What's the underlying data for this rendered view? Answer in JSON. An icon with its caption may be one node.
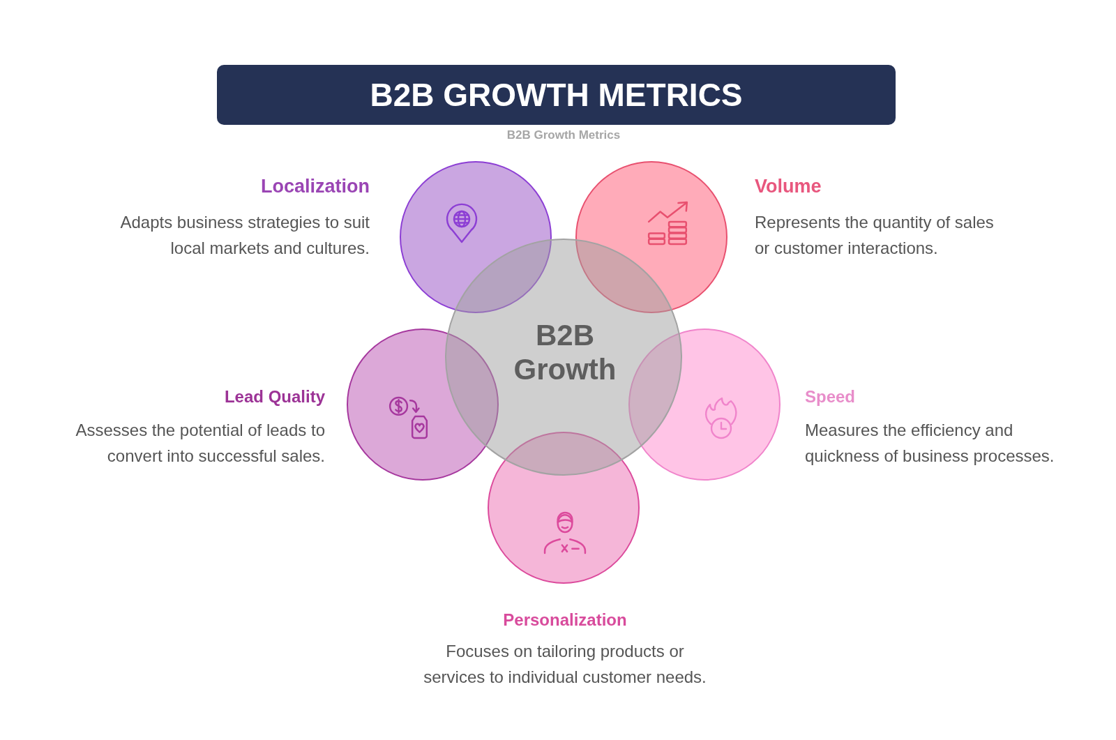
{
  "diagram": {
    "title": "B2B GROWTH METRICS",
    "nodes": [
      {
        "text": [
          "B2B Growth"
        ]
      },
      {
        "text": [],
        "shape": "circle",
        "beside": [
          "Localization",
          "Adapts business strategies to suit local markets and cultures."
        ]
      },
      {
        "text": [],
        "shape": "circle",
        "beside": [
          "Volume",
          "Represents the quantity of sales or customer interactions."
        ]
      },
      {
        "text": [],
        "shape": "circle",
        "beside": [
          "Lead Quality",
          "Assesses the potential of leads to convert into successful sales."
        ]
      },
      {
        "text": [],
        "shape": "circle",
        "beside": [
          "Speed",
          "Measures the efficiency and quickness of business processes."
        ]
      },
      {
        "text": [],
        "shape": "circle",
        "beside": [
          "Personalization",
          "Focuses on tailoring products or services to individual customer needs."
        ]
      }
    ],
    "labels": [
      "B2B Growth Metrics"
    ]
  }
}
